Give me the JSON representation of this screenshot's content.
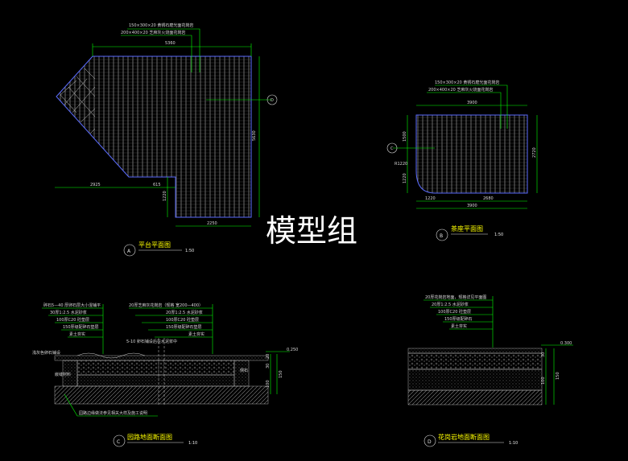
{
  "watermark": "模型组",
  "plan_a": {
    "title": "平台平面图",
    "scale": "1:50",
    "badge": "A",
    "note1": "150×300×20 黄锈石磨光面花岗岩",
    "note2": "200×400×20 芝麻灰火烧面花岗岩",
    "dim_top": "5360",
    "dim_left": "2925",
    "dim_mid": "615",
    "dim_right": "5630",
    "dim_step": "1220",
    "dim_bottom": "2250",
    "marker": "D"
  },
  "plan_b": {
    "title": "茶座平面图",
    "scale": "1:50",
    "badge": "B",
    "note1": "150×300×20 黄锈石磨光面花岗岩",
    "note2": "200×400×20 芝麻灰火烧面花岗岩",
    "dim_top": "3900",
    "dim_left1": "1500",
    "dim_left2": "1220",
    "dim_right": "2720",
    "dim_b1": "1220",
    "dim_b2": "2680",
    "dim_bottom": "3900",
    "radius": "R1220",
    "marker": "C"
  },
  "section_c": {
    "title": "园路地面断面图",
    "scale": "1:10",
    "badge": "C",
    "notes_left": [
      "碎石5—40 厚卵石层大小混铺平",
      "30厚1:2.5 水泥砂浆",
      "100厚C20 砼垫层",
      "150厚级配碎石垫层",
      "素土夯实"
    ],
    "notes_right": [
      "20厚芝麻灰花岗岩（规格 宽200—400）",
      "20厚1:2.5 水泥砂浆",
      "100厚C20 砼垫层",
      "150厚级配碎石垫层",
      "素土夯实"
    ],
    "mid_note": "5-10 卵石铺设后在水泥浆中",
    "left_note1": "浅灰色卵石铺设",
    "left_note2": "嵌缝材料",
    "bottom_note": "园路边缘做法参见相关大样及施工说明",
    "level": "0.250",
    "d1": "20",
    "d2": "30",
    "d3": "100",
    "d4": "150",
    "side_note": "侧石"
  },
  "section_d": {
    "title": "花岗岩地面断面图",
    "scale": "1:10",
    "badge": "D",
    "notes": [
      "20厚花岗岩地面，规格详见平面图",
      "20厚1:2.5 水泥砂浆",
      "100厚C20 砼垫层",
      "150厚级配碎石",
      "素土夯实"
    ],
    "level": "0.300",
    "d1": "30",
    "d2": "100",
    "d3": "150"
  }
}
